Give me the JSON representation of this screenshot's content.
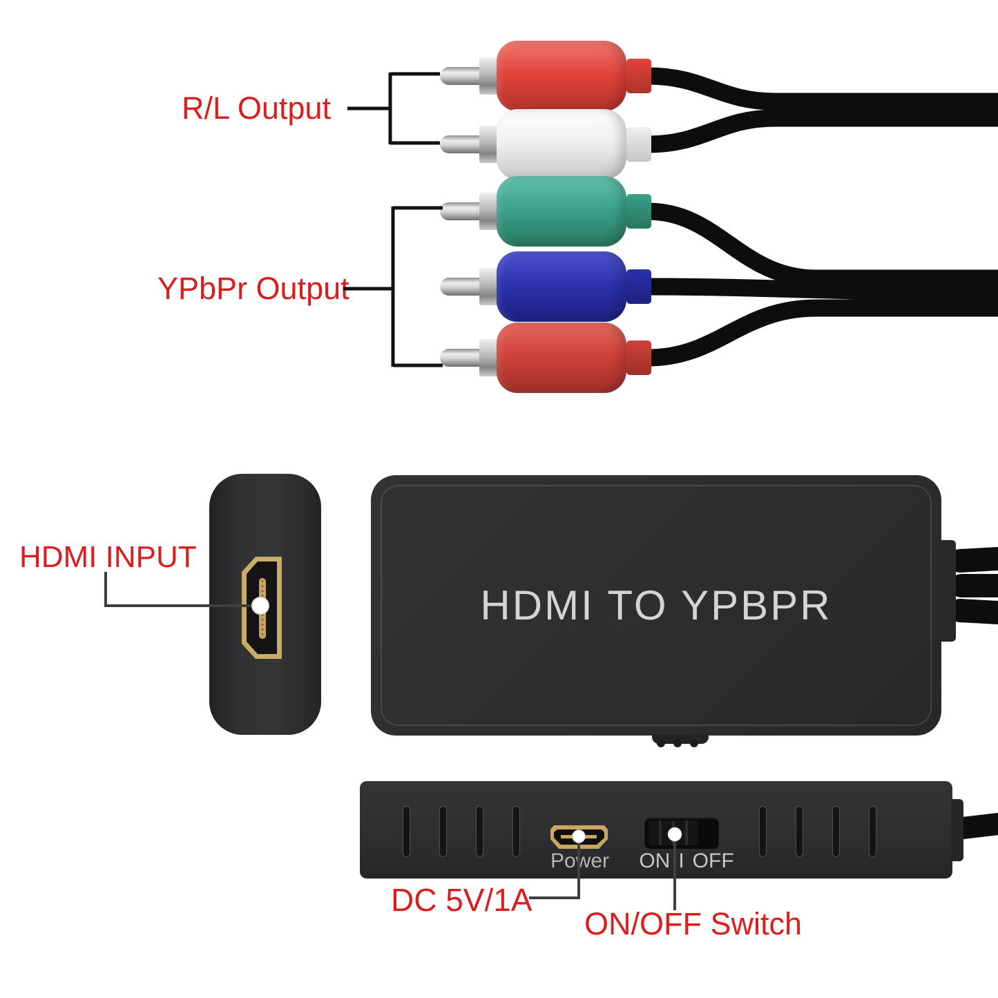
{
  "annotations": {
    "label_color": "#da1d1d",
    "rl_output": {
      "label": "R/L Output"
    },
    "ypbpr_output": {
      "label": "YPbPr Output"
    },
    "hdmi_input": {
      "label": "HDMI INPUT"
    },
    "dc_power": {
      "label": "DC 5V/1A"
    },
    "onoff_switch": {
      "label": "ON/OFF Switch"
    }
  },
  "converter": {
    "title": "HDMI TO YPBPR",
    "title_color": "#d4d4d4",
    "body_color": "#2e2e30",
    "port_gold_color": "#c9a75f",
    "bottom_panel": {
      "power_port_label": "Power",
      "switch_labels": {
        "on": "ON",
        "divider": "I",
        "off": "OFF"
      }
    }
  },
  "connectors": {
    "cable_color": "#0d0d0d",
    "rl_output_plugs": [
      {
        "name": "audio-right",
        "color": "#e2433a"
      },
      {
        "name": "audio-left",
        "color": "#eeeeec"
      }
    ],
    "ypbpr_output_plugs": [
      {
        "name": "component-y",
        "color": "#3aa188"
      },
      {
        "name": "component-pb",
        "color": "#2b30ad"
      },
      {
        "name": "component-pr",
        "color": "#cf4038"
      }
    ]
  }
}
